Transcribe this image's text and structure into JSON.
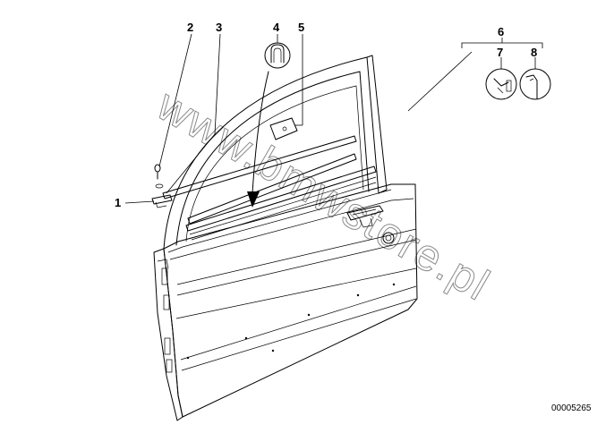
{
  "diagram": {
    "watermark": "www.bmwstore.pl",
    "reference_code": "00005265",
    "callouts": {
      "c1": "1",
      "c2": "2",
      "c3": "3",
      "c4": "4",
      "c5": "5",
      "c6": "6",
      "c7": "7",
      "c8": "8"
    }
  }
}
